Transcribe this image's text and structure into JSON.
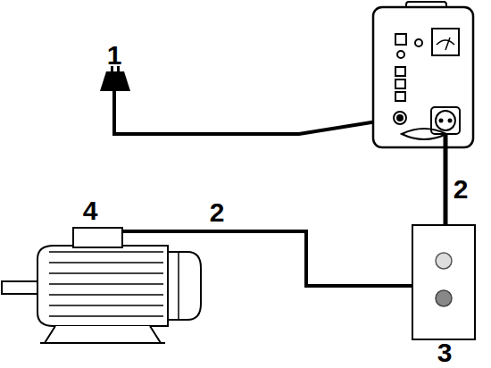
{
  "diagram": {
    "labels": [
      "1",
      "2",
      "4",
      "2",
      "3"
    ]
  }
}
